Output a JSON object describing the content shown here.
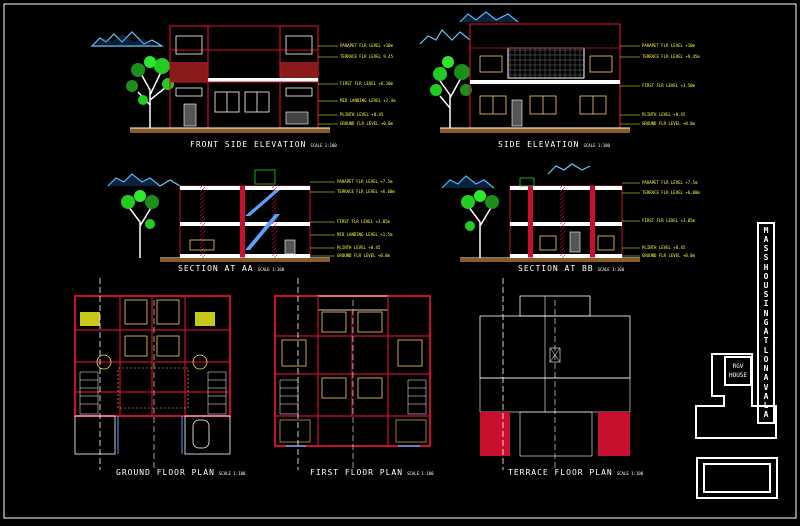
{
  "titles": {
    "front_elevation": "FRONT SIDE ELEVATION",
    "side_elevation": "SIDE ELEVATION",
    "section_aa": "SECTION AT AA",
    "section_bb": "SECTION AT BB",
    "ground_plan": "GROUND FLOOR PLAN",
    "first_plan": "FIRST FLOOR PLAN",
    "terrace_plan": "TERRACE FLOOR PLAN"
  },
  "scale_note": "SCALE 1:100",
  "project_title": {
    "letters": [
      "M",
      "A",
      "S",
      "S",
      "H",
      "O",
      "U",
      "S",
      "I",
      "N",
      "G",
      "A",
      "T",
      "L",
      "O",
      "N",
      "A",
      "V",
      "A",
      "L",
      "A"
    ]
  },
  "client_box": {
    "line1": "RGV",
    "line2": "HOUSE"
  },
  "elevation_levels_front": [
    "PARAPET FLR LEVEL +10m",
    "TERRACE FLR LEVEL 9.45",
    "FIRST FLR LEVEL +6.10m",
    "MID LANDING LEVEL +2.4m",
    "PLINTH LEVEL +0.45",
    "GROUND FLR LEVEL +0.0m"
  ],
  "elevation_levels_side": [
    "PARAPET FLR LEVEL +10m",
    "TERRACE FLR LEVEL +9.45m",
    "FIRST FLR LEVEL +3.50m",
    "PLINTH LEVEL +0.45",
    "GROUND FLR LEVEL +0.0m"
  ],
  "section_levels_aa": [
    "PARAPET FLR LEVEL +7.5m",
    "TERRACE FLR LEVEL +6.60m",
    "FIRST FLR LEVEL +3.05m",
    "MID LANDING LEVEL +1.5m",
    "PLINTH LEVEL +0.45",
    "GROUND FLR LEVEL +0.0m"
  ],
  "section_levels_bb": [
    "PARAPET FLR LEVEL +7.5m",
    "TERRACE FLR LEVEL +6.60m",
    "FIRST FLR LEVEL +3.05m",
    "PLINTH LEVEL +0.45",
    "GROUND FLR LEVEL +0.0m"
  ],
  "colors": {
    "background": "#000000",
    "frame": "#ffffff",
    "wall_red": "#c8102e",
    "wall_dark": "#8b1a1a",
    "green": "#22cc22",
    "yellow": "#ffff33",
    "cyan": "#66ccff",
    "blue": "#5aa0ff",
    "brown": "#8b5a2b"
  }
}
